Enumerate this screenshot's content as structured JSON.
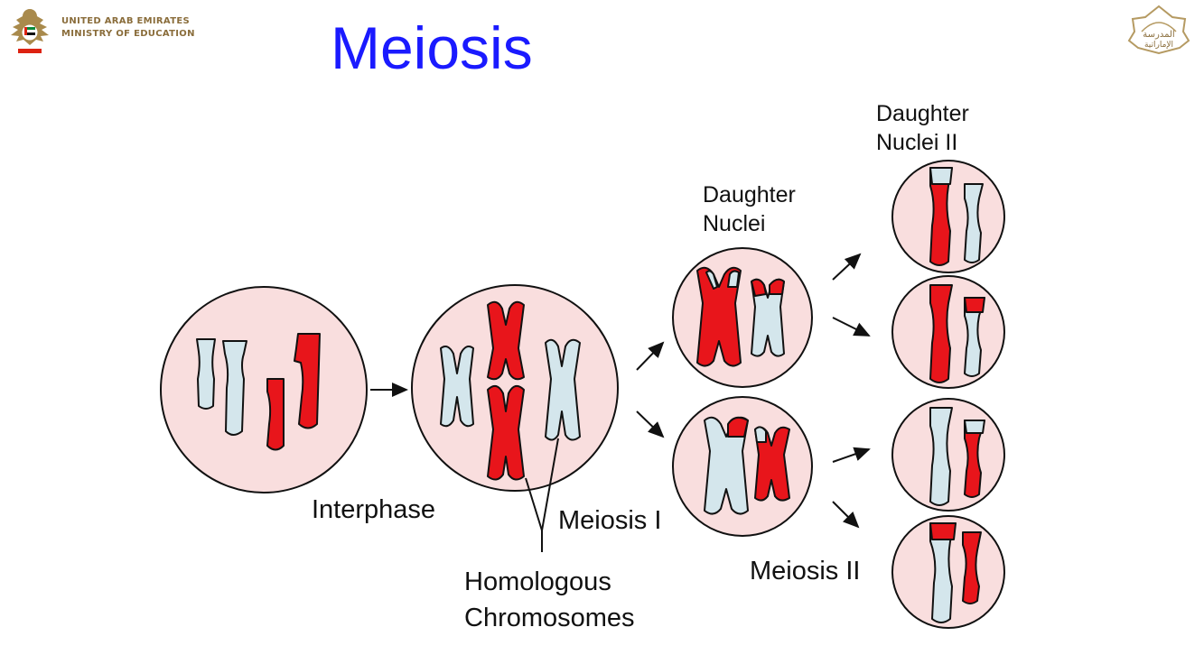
{
  "header": {
    "org_line1": "UNITED ARAB EMIRATES",
    "org_line2": "MINISTRY OF EDUCATION",
    "right_logo_text": "المدرسة الإماراتية"
  },
  "title": "Meiosis",
  "labels": {
    "interphase": "Interphase",
    "meiosis_1": "Meiosis I",
    "meiosis_2": "Meiosis II",
    "homologous_line1": "Homologous",
    "homologous_line2": "Chromosomes",
    "daughter_nuclei_line1": "Daughter",
    "daughter_nuclei_line2": "Nuclei",
    "daughter_nuclei_2_line1": "Daughter",
    "daughter_nuclei_2_line2": "Nuclei II"
  },
  "colors": {
    "cell_fill": "#f9dede",
    "chromosome_red": "#e8151b",
    "chromosome_blue": "#d4e6ec",
    "title_blue": "#1a1aff",
    "outline": "#111111"
  }
}
